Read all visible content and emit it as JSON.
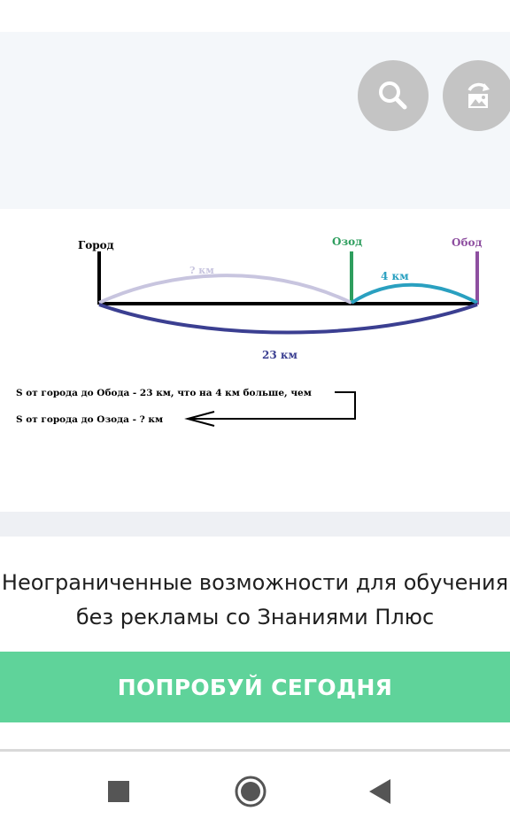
{
  "toolbar": {
    "search_icon": "search-icon",
    "rotate_image_icon": "rotate-image-icon"
  },
  "diagram": {
    "label_city": "Город",
    "label_ozod": "Озод",
    "label_obod": "Обод",
    "label_unknown_km": "? км",
    "label_4km": "4 км",
    "label_23km": "23 км",
    "line1": "S от города до Обода - 23 км, что на 4 км больше, чем",
    "line2": "S от города до Озода - ? км",
    "colors": {
      "city": "#000000",
      "ozod": "#2e9e5e",
      "obod": "#8e4fa0",
      "unknown_arc": "#c8c5df",
      "four_arc": "#2aa0c0",
      "total_arc": "#3b3f91"
    }
  },
  "promo": {
    "line1": "Неограниченные возможности для обучения",
    "line2": "без рекламы со Знаниями Плюс",
    "cta_label": "ПОПРОБУЙ СЕГОДНЯ",
    "cta_color": "#5fd39a"
  },
  "navbar": {
    "recents_icon": "square-icon",
    "home_icon": "circle-icon",
    "back_icon": "triangle-back-icon"
  }
}
